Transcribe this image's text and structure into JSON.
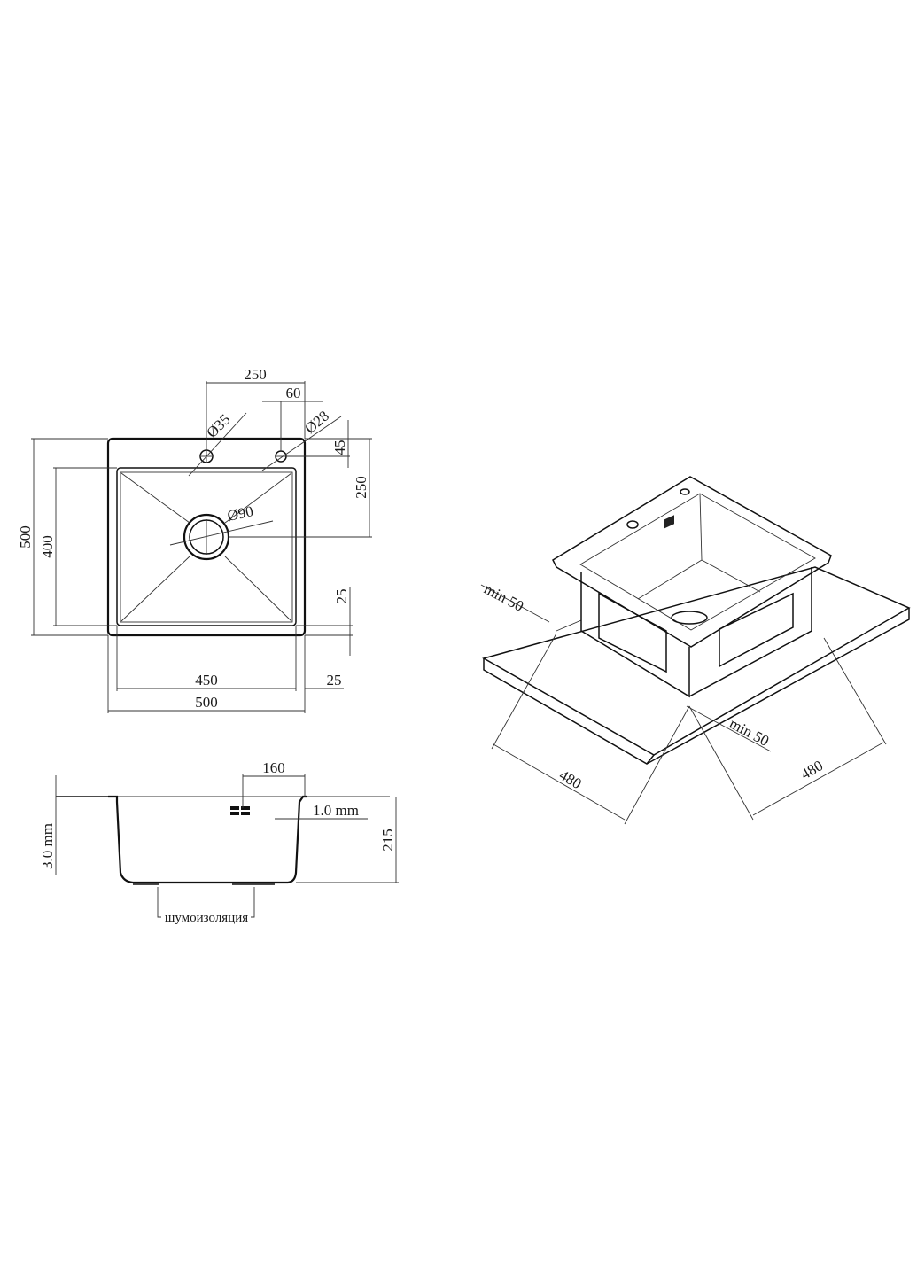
{
  "drawing": {
    "type": "technical-drawing",
    "subject": "square kitchen sink",
    "views": [
      "top-view",
      "side-section-view",
      "isometric-installation-view"
    ]
  },
  "top_view": {
    "dims": {
      "faucet_spacing": "250",
      "hole_offset": "60",
      "hole_large_dia": "Ø35",
      "hole_small_dia": "Ø28",
      "hole_depth": "45",
      "drain_center": "250",
      "drain_dia": "Ø90",
      "overall_height": "500",
      "bowl_height": "400",
      "rim_bottom": "25",
      "bowl_width": "450",
      "rim_right": "25",
      "overall_width": "500"
    }
  },
  "side_view": {
    "dims": {
      "logo_offset": "160",
      "wall_thickness": "1.0 mm",
      "deck_thickness": "3.0 mm",
      "depth": "215"
    },
    "labels": {
      "sound_insulation": "шумоизоляция"
    }
  },
  "iso_view": {
    "dims": {
      "min_left": "min 50",
      "min_right": "min 50",
      "cutout_left": "480",
      "cutout_right": "480"
    }
  }
}
